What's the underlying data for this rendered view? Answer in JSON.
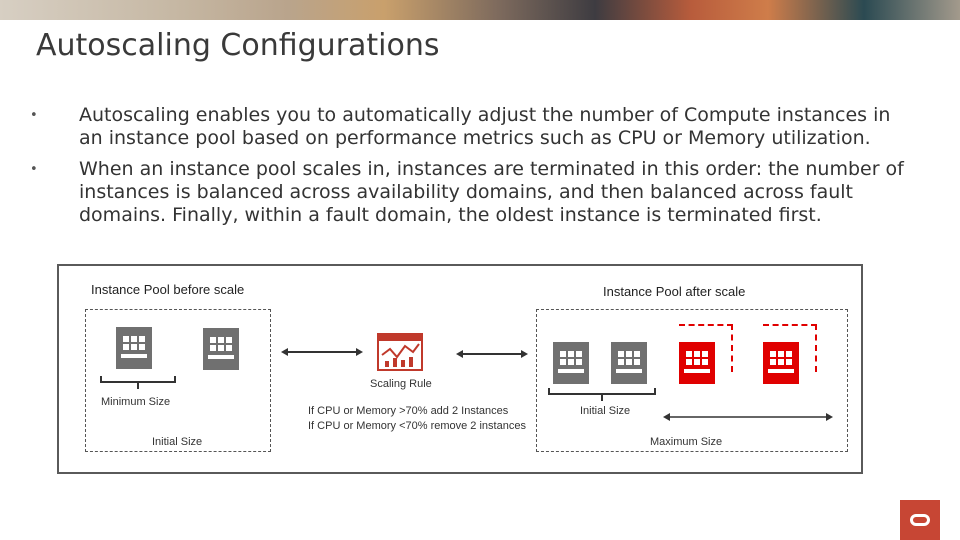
{
  "slide": {
    "title": "Autoscaling Configurations",
    "bullets": [
      "Autoscaling enables you to automatically adjust the number of Compute instances in an instance pool based on performance metrics such as CPU or Memory utilization.",
      "When an instance pool scales in, instances are terminated in this order: the number of instances is balanced across availability domains, and then balanced across fault domains. Finally, within a fault domain, the oldest instance is terminated first."
    ],
    "bullet_marker": "•"
  },
  "diagram": {
    "before_label": "Instance Pool before scale",
    "after_label": "Instance Pool after scale",
    "scaling_rule_label": "Scaling Rule",
    "rule_lines": [
      "If CPU or Memory >70% add 2 Instances",
      "If CPU or Memory <70% remove 2 instances"
    ],
    "minimum_size_label": "Minimum Size",
    "initial_size_before_label": "Initial Size",
    "initial_size_after_label": "Initial Size",
    "maximum_size_label": "Maximum Size",
    "colors": {
      "instance_gray": "#707070",
      "instance_red": "#e00000",
      "chart_icon_red": "#c0392b",
      "border": "#5a5a5a"
    }
  },
  "brand": {
    "logo_icon": "oracle-logo-icon",
    "logo_color": "#c74634"
  }
}
